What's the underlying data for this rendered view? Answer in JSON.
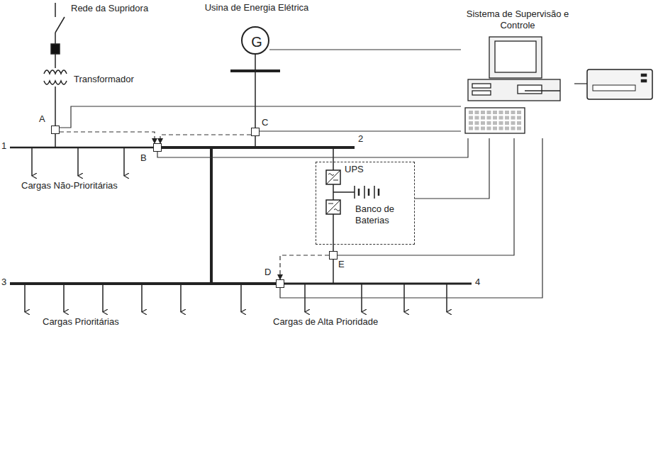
{
  "diagram": {
    "nodes": [
      {
        "text": [
          "Usina de Energia Elétrica",
          "G"
        ]
      },
      {
        "text": [
          "Sistema de Supervisão e Controle"
        ]
      },
      {
        "text": [
          "A"
        ]
      },
      {
        "text": [
          "C"
        ]
      },
      {
        "text": [
          "B"
        ]
      },
      {
        "text": [
          "UPS",
          "Banco de Baterias"
        ]
      },
      {
        "text": [
          "E"
        ]
      },
      {
        "text": [
          "D"
        ]
      }
    ],
    "edges": [
      {
        "from": 1,
        "to": 0,
        "arrow": "none"
      },
      {
        "from": 1,
        "to": 2,
        "arrow": "none"
      },
      {
        "from": 1,
        "to": 3,
        "arrow": "none"
      },
      {
        "from": 1,
        "to": 4,
        "arrow": "none"
      },
      {
        "from": 1,
        "to": 5,
        "arrow": "none"
      },
      {
        "from": 1,
        "to": 6,
        "arrow": "none"
      },
      {
        "from": 1,
        "to": 7,
        "arrow": "none"
      },
      {
        "from": 2,
        "to": 4,
        "arrow": "to"
      },
      {
        "from": 3,
        "to": 4,
        "arrow": "to"
      },
      {
        "from": 6,
        "to": 7,
        "arrow": "to"
      }
    ],
    "labels": [
      "Rede da Supridora",
      "Transformador",
      "1",
      "2",
      "3",
      "4",
      "Cargas Não-Prioritárias",
      "Cargas Prioritárias",
      "Cargas de Alta Prioridade"
    ]
  }
}
